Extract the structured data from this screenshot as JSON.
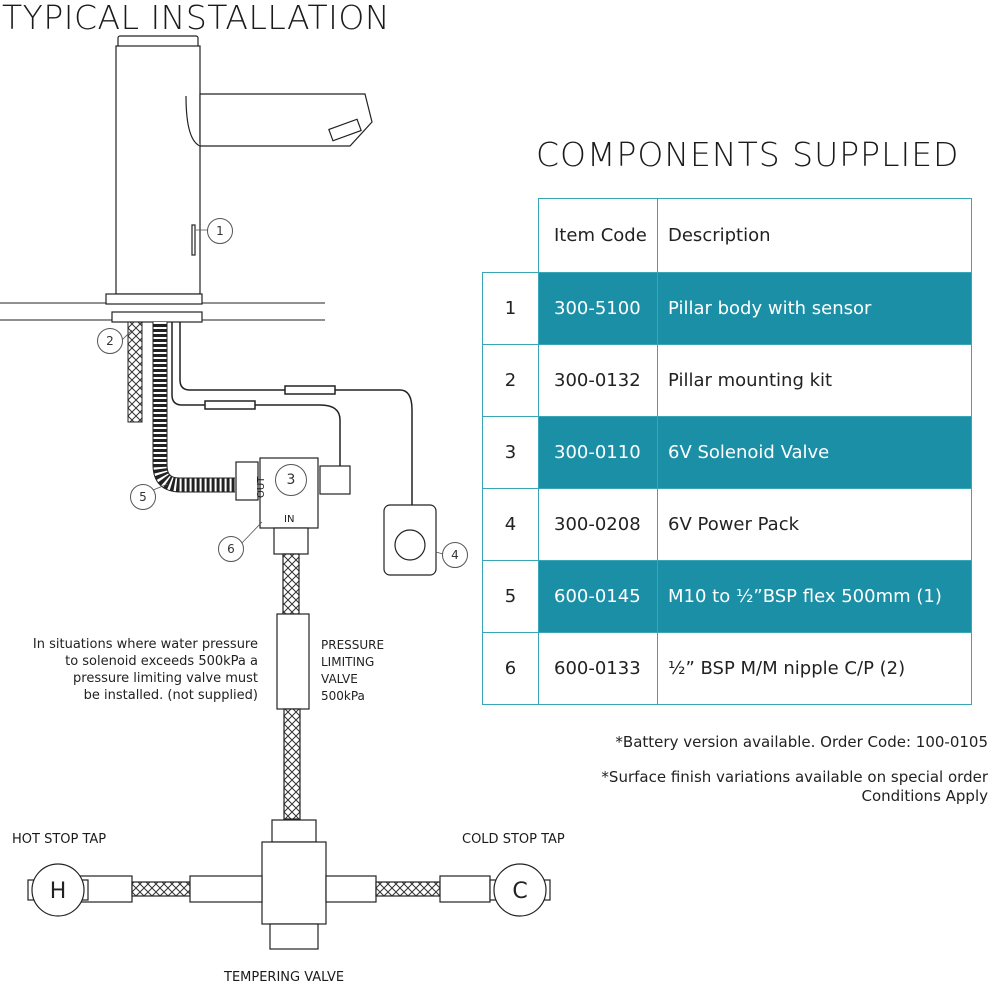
{
  "title": "TYPICAL INSTALLATION",
  "components_title": "COMPONENTS SUPPLIED",
  "table": {
    "header": {
      "code": "Item Code",
      "description": "Description"
    },
    "rows": [
      {
        "num": "1",
        "code": "300-5100",
        "description": "Pillar body with sensor",
        "highlight": true
      },
      {
        "num": "2",
        "code": "300-0132",
        "description": "Pillar mounting kit",
        "highlight": false
      },
      {
        "num": "3",
        "code": "300-0110",
        "description": "6V Solenoid Valve",
        "highlight": true
      },
      {
        "num": "4",
        "code": "300-0208",
        "description": "6V Power Pack",
        "highlight": false
      },
      {
        "num": "5",
        "code": "600-0145",
        "description": "M10 to ½”BSP flex 500mm (1)",
        "highlight": true
      },
      {
        "num": "6",
        "code": "600-0133",
        "description": "½” BSP M/M nipple C/P (2)",
        "highlight": false
      }
    ]
  },
  "footnotes": {
    "battery": "*Battery version available. Order Code: 100-0105",
    "surface": "*Surface finish variations available on special order",
    "conditions": "Conditions Apply"
  },
  "note": {
    "line1": "In situations where water pressure",
    "line2": "to solenoid exceeds 500kPa a",
    "line3": "pressure limiting valve must",
    "line4": "be installed. (not supplied)"
  },
  "labels": {
    "plv_1": "PRESSURE",
    "plv_2": "LIMITING",
    "plv_3": "VALVE",
    "plv_4": "500kPa",
    "hot_stop_tap": "HOT STOP TAP",
    "cold_stop_tap": "COLD STOP TAP",
    "tempering_valve": "TEMPERING VALVE",
    "out": "OUT",
    "in": "IN",
    "h": "H",
    "c": "C"
  },
  "callouts": [
    "1",
    "2",
    "3",
    "4",
    "5",
    "6"
  ],
  "colors": {
    "accent": "#1b8fa6",
    "border": "#39a6b8",
    "line": "#222222"
  }
}
